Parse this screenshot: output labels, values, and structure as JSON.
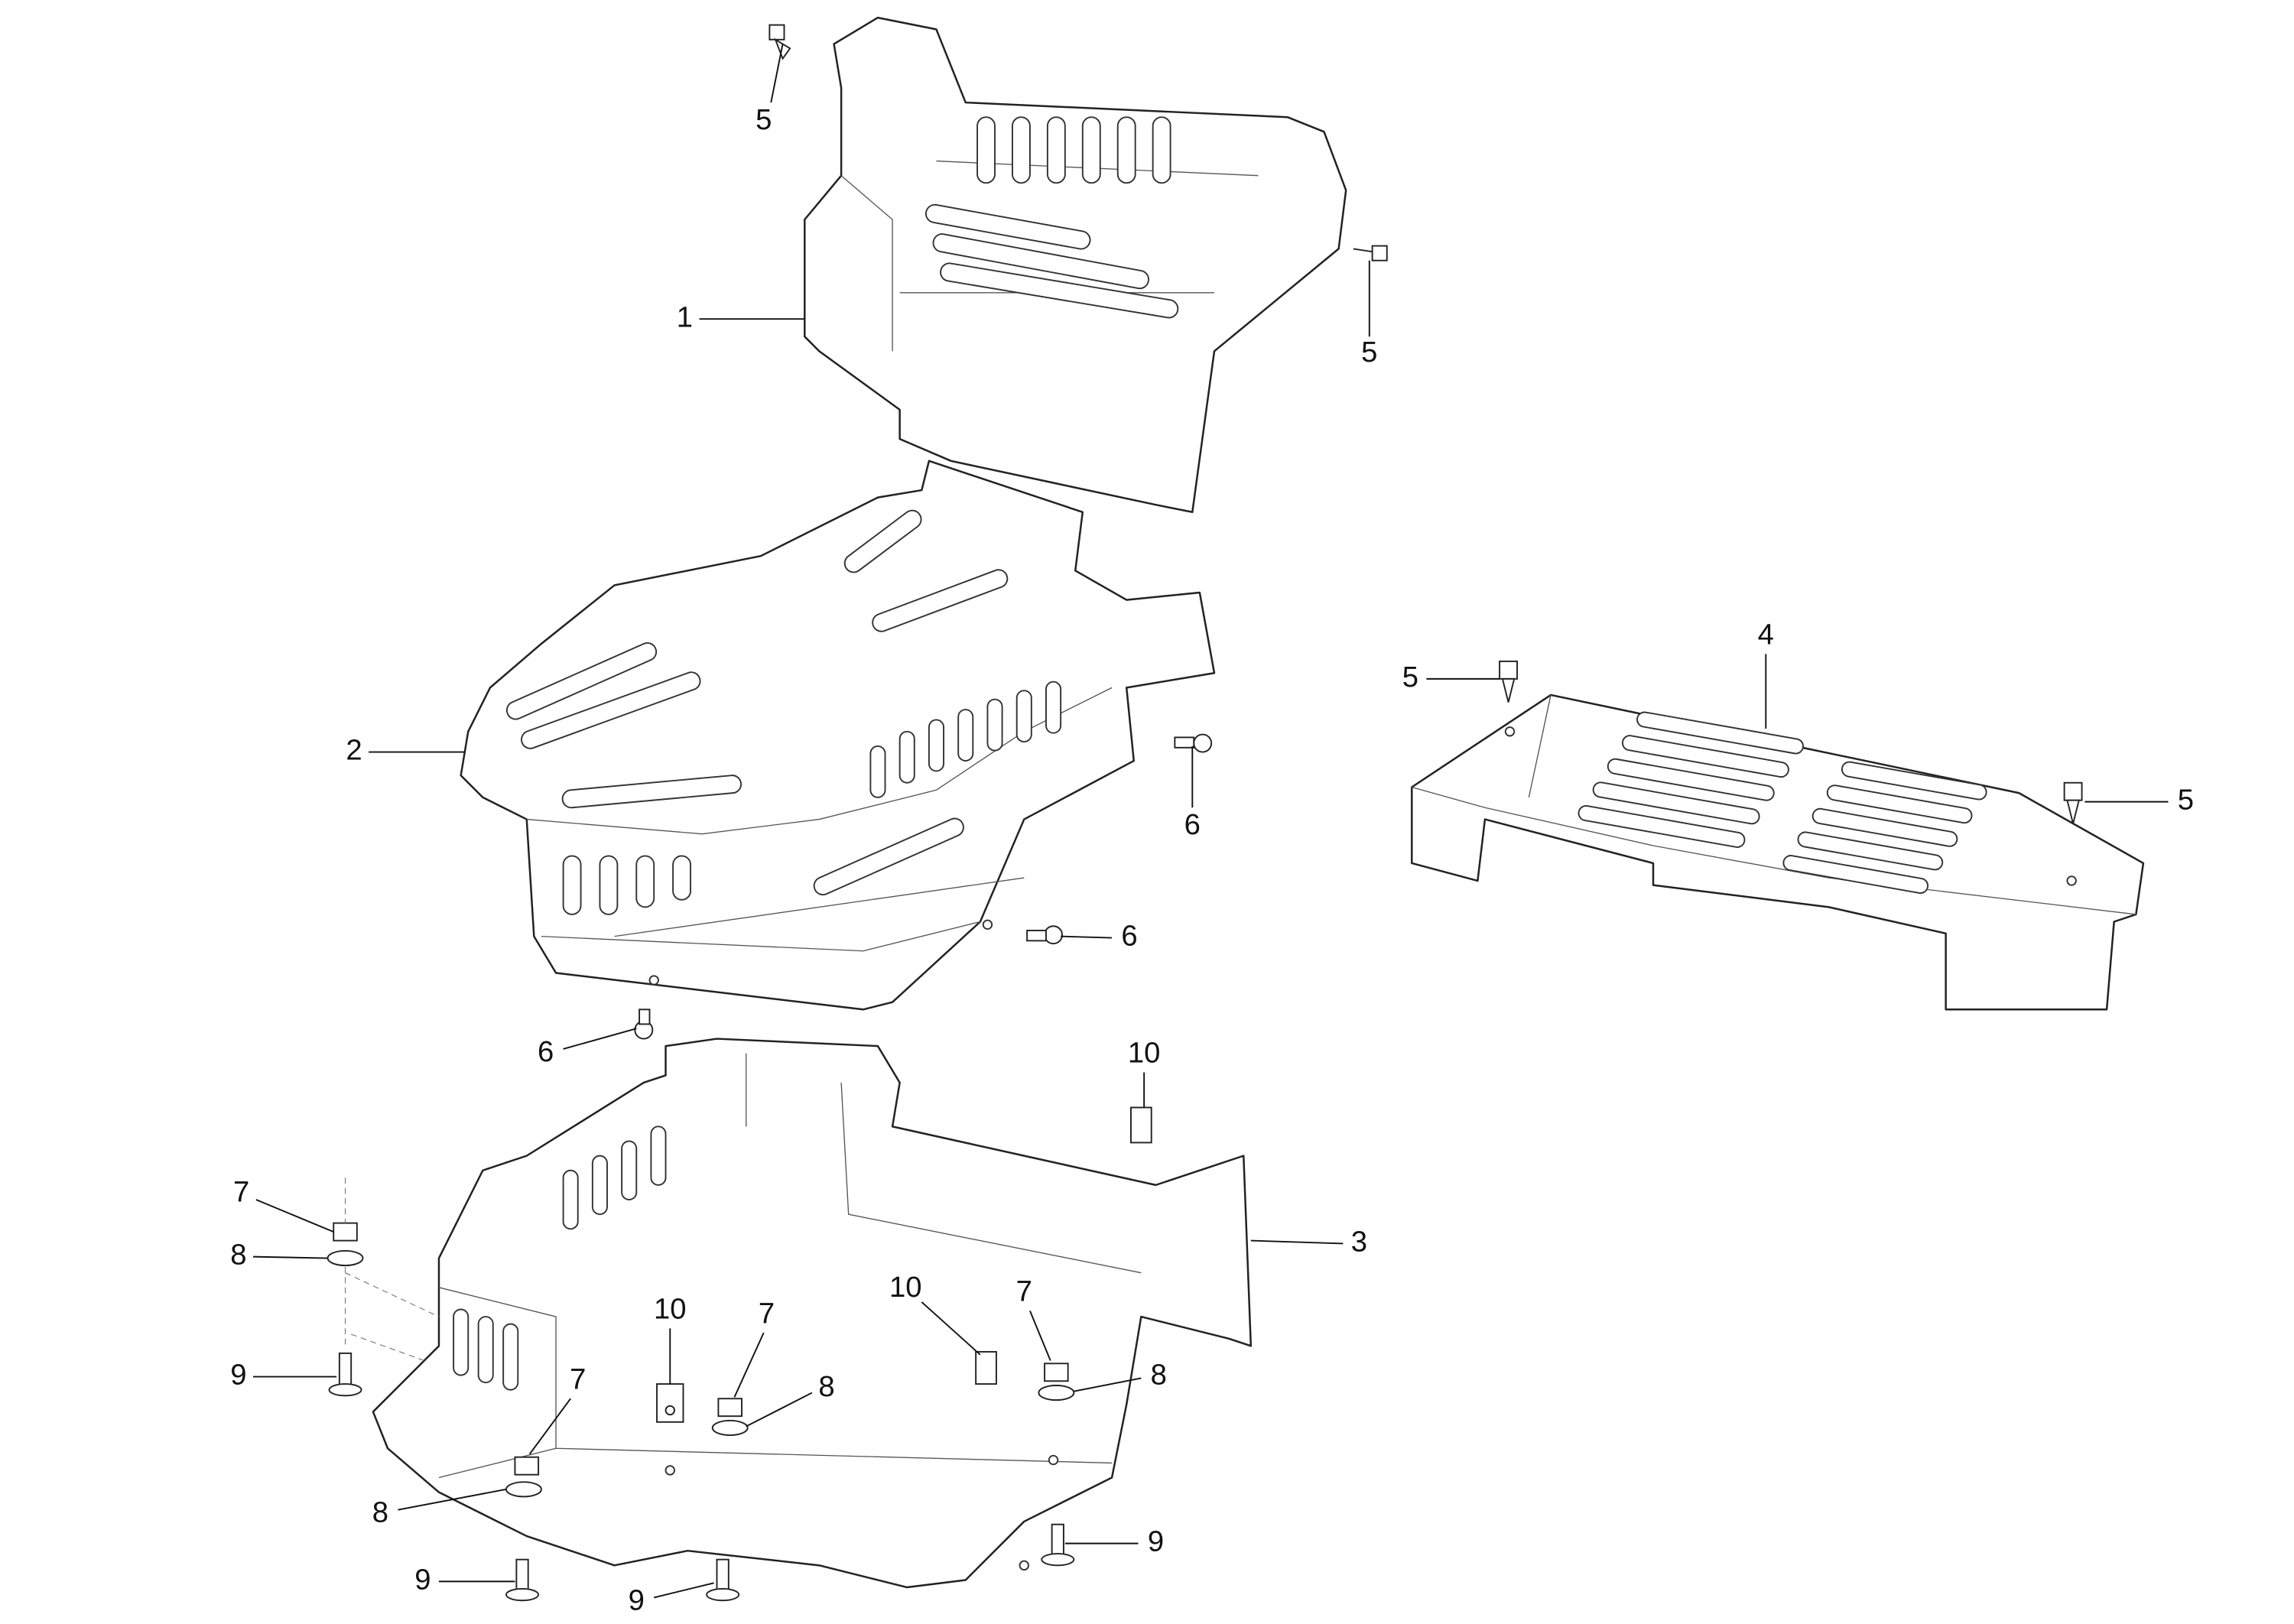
{
  "diagram": {
    "type": "exploded-parts-diagram",
    "callouts": [
      "5",
      "1",
      "5",
      "2",
      "6",
      "6",
      "4",
      "5",
      "5",
      "6",
      "10",
      "7",
      "8",
      "3",
      "9",
      "10",
      "7",
      "10",
      "7",
      "8",
      "8",
      "7",
      "8",
      "9",
      "9",
      "9"
    ]
  }
}
